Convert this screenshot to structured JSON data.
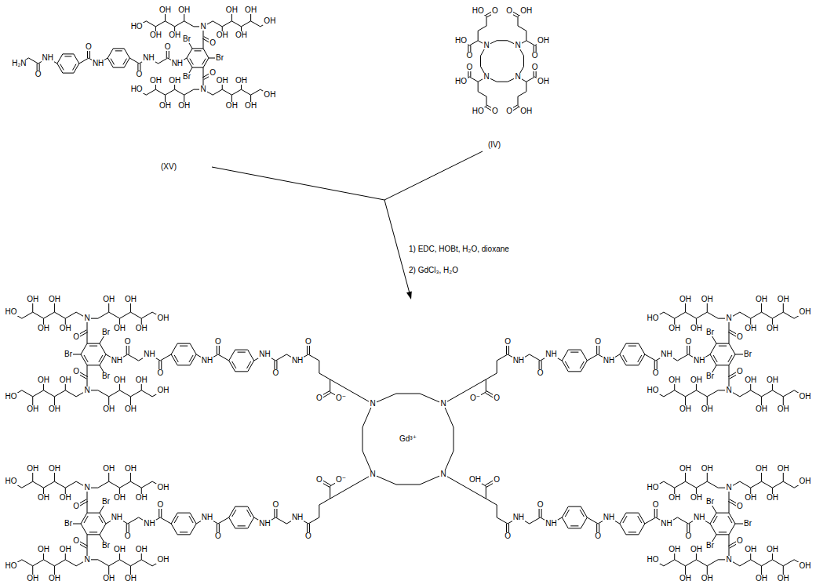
{
  "diagram": {
    "labels": [
      "Br",
      "Br",
      "Br",
      "O",
      "N",
      "OH",
      "OH",
      "OH",
      "OH",
      "OH",
      "OH",
      "OH",
      "OH",
      "OH",
      "HO",
      "O",
      "N",
      "OH",
      "OH",
      "OH",
      "OH",
      "OH",
      "OH",
      "OH",
      "OH",
      "OH",
      "HO",
      "NH",
      "O",
      "NH",
      "O",
      "NH",
      "O",
      "NH",
      "O",
      "H₂N",
      "(XV)",
      "N",
      "O",
      "HO",
      "O",
      "HO",
      "N",
      "O",
      "OH",
      "O",
      "OH",
      "N",
      "O",
      "OH",
      "O",
      "OH",
      "N",
      "O",
      "HO",
      "O",
      "HO",
      "(IV)",
      "1) EDC, HOBt, H₂O, dioxane",
      "2) GdCl₃, H₂O",
      "Br",
      "Br",
      "Br",
      "O",
      "N",
      "OH",
      "OH",
      "OH",
      "OH",
      "HO",
      "OH",
      "OH",
      "OH",
      "OH",
      "OH",
      "O",
      "N",
      "OH",
      "OH",
      "OH",
      "OH",
      "HO",
      "OH",
      "OH",
      "OH",
      "OH",
      "OH",
      "NH",
      "O",
      "NH",
      "O",
      "NH",
      "O",
      "NH",
      "O",
      "NH",
      "O",
      "O",
      "O⁻",
      "Br",
      "Br",
      "Br",
      "O",
      "N",
      "OH",
      "OH",
      "OH",
      "OH",
      "OH",
      "OH",
      "OH",
      "OH",
      "OH",
      "HO",
      "O",
      "N",
      "OH",
      "OH",
      "OH",
      "OH",
      "OH",
      "OH",
      "OH",
      "OH",
      "OH",
      "HO",
      "NH",
      "O",
      "NH",
      "O",
      "NH",
      "O",
      "NH",
      "O",
      "NH",
      "O",
      "O",
      "O⁻",
      "N",
      "N",
      "N",
      "N",
      "Gd³⁺",
      "Br",
      "Br",
      "Br",
      "O",
      "N",
      "OH",
      "OH",
      "OH",
      "OH",
      "HO",
      "OH",
      "OH",
      "OH",
      "OH",
      "OH",
      "O",
      "N",
      "OH",
      "OH",
      "OH",
      "OH",
      "HO",
      "OH",
      "OH",
      "OH",
      "OH",
      "OH",
      "NH",
      "O",
      "NH",
      "O",
      "NH",
      "O",
      "NH",
      "O",
      "NH",
      "O",
      "O",
      "O⁻",
      "Br",
      "Br",
      "Br",
      "O",
      "N",
      "OH",
      "OH",
      "OH",
      "OH",
      "OH",
      "OH",
      "OH",
      "OH",
      "OH",
      "HO",
      "O",
      "N",
      "OH",
      "OH",
      "OH",
      "OH",
      "OH",
      "OH",
      "OH",
      "OH",
      "OH",
      "HO",
      "NH",
      "O",
      "NH",
      "O",
      "NH",
      "O",
      "NH",
      "O",
      "NH",
      "O",
      "O",
      "OH"
    ]
  }
}
